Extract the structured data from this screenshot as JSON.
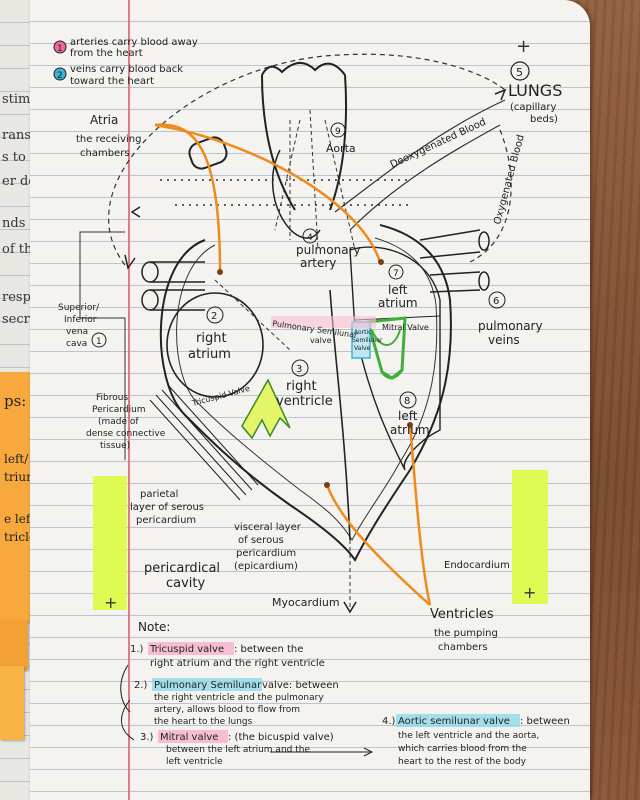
{
  "previous_page": {
    "fragments": [
      "stimulat",
      "ransmit",
      "s to the C",
      "er decod",
      "nds distrib",
      "of the",
      "respond by",
      "secreting"
    ]
  },
  "side_note": {
    "title": "ps:",
    "lines": [
      "left/",
      "trium",
      "e left/",
      "tricles"
    ]
  },
  "legend": {
    "items": [
      {
        "number": "1",
        "text_line1": "arteries carry blood away",
        "text_line2": "from the heart",
        "color": "#f06aa0"
      },
      {
        "number": "2",
        "text_line1": "veins carry blood back",
        "text_line2": "toward the heart",
        "color": "#38b6d8"
      }
    ]
  },
  "diagram": {
    "lungs": {
      "number": "5",
      "title": "LUNGS",
      "sub1": "(capillary",
      "sub2": "beds)"
    },
    "atria": {
      "title": "Atria",
      "line1": "the receiving",
      "line2": "chambers"
    },
    "aorta": {
      "number": "9",
      "label": "Aorta"
    },
    "deoxygenated": "Deoxygenated Blood",
    "oxygenated": "Oxygenated Blood",
    "pulmonary_artery": {
      "number": "4",
      "line1": "pulmonary",
      "line2": "artery"
    },
    "left_atrium_top": {
      "number": "7",
      "line1": "left",
      "line2": "atrium"
    },
    "pulmonary_veins": {
      "number": "6",
      "line1": "pulmonary",
      "line2": "veins"
    },
    "right_atrium": {
      "number": "2",
      "line1": "right",
      "line2": "atrium"
    },
    "vena_cava": {
      "number": "1",
      "line1": "Superior/",
      "line2": "Inferior",
      "line3": "vena",
      "line4": "cava"
    },
    "pulmonary_semilunar": "Pulmonary Semilunar",
    "valve_word": "valve",
    "mitral_valve": "Mitral Valve",
    "aortic_semilunar_l1": "Aortic",
    "aortic_semilunar_l2": "Semilunar",
    "aortic_semilunar_l3": "Valve",
    "tricuspid": "Tricuspid Valve",
    "right_ventricle": {
      "number": "3",
      "line1": "right",
      "line2": "ventricle"
    },
    "left_ventricle": {
      "number": "8",
      "line1": "left",
      "line2": "atrium"
    },
    "fibrous": {
      "line1": "Fibrous",
      "line2": "Pericardium",
      "line3": "(made of",
      "line4": "dense connective",
      "line5": "tissue)"
    },
    "parietal": {
      "line1": "parietal",
      "line2": "layer of serous",
      "line3": "pericardium"
    },
    "visceral": {
      "line1": "visceral layer",
      "line2": "of serous",
      "line3": "pericardium",
      "line4": "(epicardium)"
    },
    "pericardial_cavity": {
      "line1": "pericardical",
      "line2": "cavity"
    },
    "myocardium": "Myocardium",
    "endocardium": "Endocardium",
    "ventricles": {
      "title": "Ventricles",
      "line1": "the pumping",
      "line2": "chambers"
    }
  },
  "notes": {
    "heading": "Note:",
    "items": [
      {
        "num": "1.)",
        "term": "Tricuspid valve",
        "term_color": "#f06aa0",
        "line1": ": between the",
        "line2": "right atrium and the right ventricle"
      },
      {
        "num": "2.)",
        "term": "Pulmonary Semilunar",
        "term_color": "#38b6d8",
        "line1": " valve: between",
        "line2": "the right ventricle and the pulmonary",
        "line3": "artery, allows blood to flow from",
        "line4": "the heart to the lungs"
      },
      {
        "num": "3.)",
        "term": "Mitral valve",
        "term_color": "#f06aa0",
        "line1": ": (the bicuspid valve)",
        "line2": "between the left atrium and the",
        "line3": "left ventricle"
      },
      {
        "num": "4.)",
        "term": "Aortic semilunar valve",
        "term_color": "#38b6d8",
        "line1": ": between",
        "line2": "the left ventricle and the aorta,",
        "line3": "which carries blood from the",
        "line4": "heart to the rest of the body"
      }
    ]
  },
  "colors": {
    "ink": "#222222",
    "orange": "#f08a1c",
    "green": "#3fae3a",
    "yellow_green": "#e4f56a",
    "pink": "#f06aa0",
    "blue": "#38b6d8",
    "margin_red": "#e07a84",
    "page": "#f4f3ef",
    "sticky_green": "#dcfb4a",
    "sticky_orange": "#f7a93d"
  },
  "icons": [
    "plus-sign",
    "arrow"
  ]
}
